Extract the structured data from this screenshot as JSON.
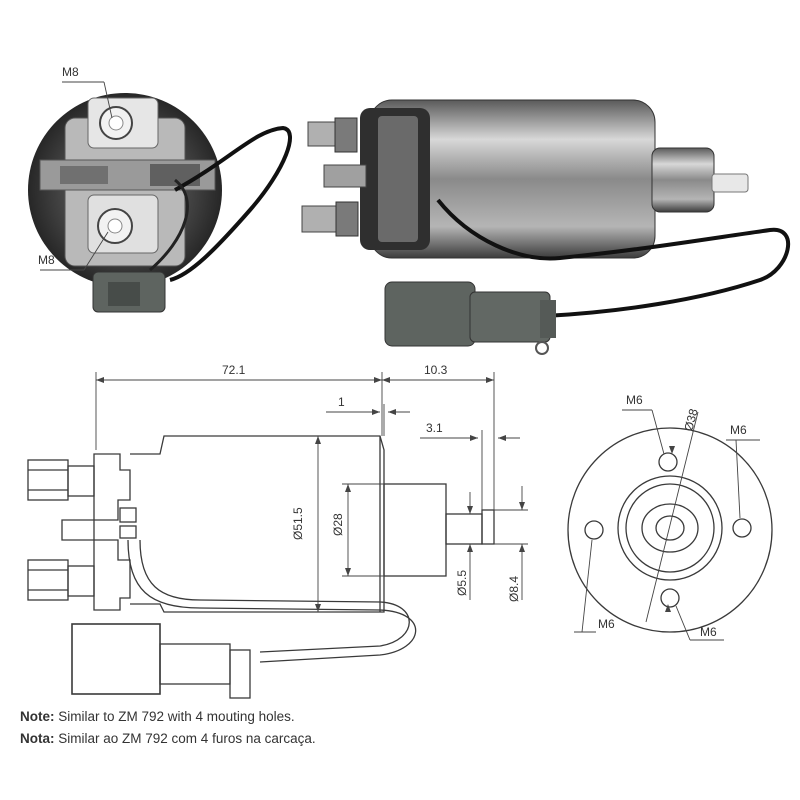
{
  "photos": {
    "end_view_labels": [
      "M8",
      "M8"
    ]
  },
  "dimensions": {
    "overall_length": "72.1",
    "plunger_length": "10.3",
    "flange_gap": "1",
    "tip_length": "3.1",
    "body_diameter": "Ø51.5",
    "boss_diameter": "Ø28",
    "shaft_diameter": "Ø5.5",
    "tip_diameter": "Ø8.4"
  },
  "end_view": {
    "pcd_label": "Ø38",
    "hole_labels": [
      "M6",
      "M6",
      "M6",
      "M6"
    ]
  },
  "notes": [
    {
      "label": "Note:",
      "text": "Similar to ZM 792  with  4 mouting holes."
    },
    {
      "label": "Nota:",
      "text": "Similar ao ZM 792 com 4 furos na carcaça."
    }
  ],
  "colors": {
    "line": "#3a3a3a",
    "metal_dark": "#3c3c3c",
    "metal_light": "#bdbdbd",
    "connector": "#5e6460"
  }
}
